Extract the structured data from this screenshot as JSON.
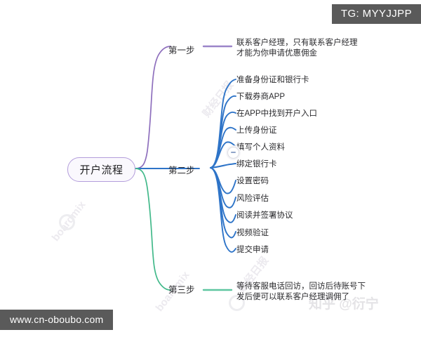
{
  "overlays": {
    "tg_badge": "TG: MYYJJPP",
    "footer_url": "www.cn-oboubo.com"
  },
  "watermarks": {
    "brand": "boardmix",
    "brand_2": "boardmix",
    "cn_1": "财经日报",
    "cn_2": "财经日报",
    "zhihu": "知乎 @衍宁"
  },
  "mindmap": {
    "root": {
      "label": "开户流程",
      "border_color": "#b39ddb",
      "fill_color": "#faf8fd"
    },
    "branches": [
      {
        "label": "第一步",
        "color": "#8e6fbd",
        "children": [
          "联系客户经理，只有联系客户经理才能为你申请优惠佣金"
        ]
      },
      {
        "label": "第二步",
        "color": "#2e74c8",
        "children": [
          "准备身份证和银行卡",
          "下载券商APP",
          "在APP中找到开户入口",
          "上传身份证",
          "填写个人资料",
          "绑定银行卡",
          "设置密码",
          "风险评估",
          "阅读并签署协议",
          "视频验证",
          "提交申请"
        ]
      },
      {
        "label": "第三步",
        "color": "#42b98a",
        "children": [
          "等待客服电话回访，回访后待账号下发后便可以联系客户经理调佣了"
        ]
      }
    ]
  },
  "icons": {
    "collapse_node": "collapse-node-icon"
  }
}
